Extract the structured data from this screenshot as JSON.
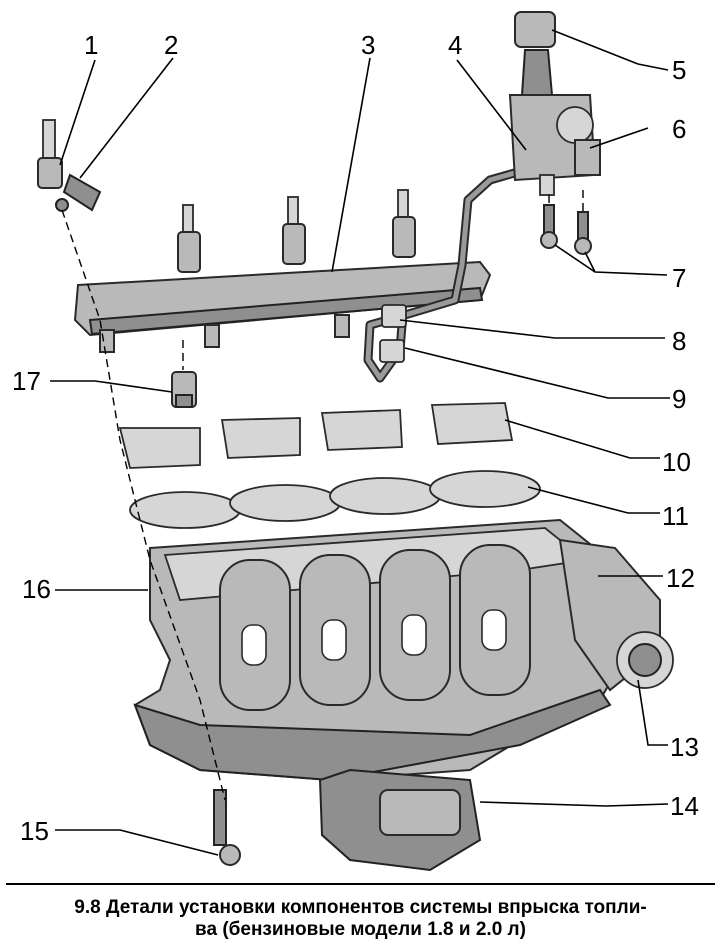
{
  "labels": [
    "1",
    "2",
    "3",
    "4",
    "5",
    "6",
    "7",
    "8",
    "9",
    "10",
    "11",
    "12",
    "13",
    "14",
    "15",
    "16",
    "17"
  ],
  "caption": {
    "line1": "9.8 Детали установки компонентов системы впрыска топли-",
    "line2": "ва (бензиновые модели 1.8 и 2.0 л)"
  }
}
